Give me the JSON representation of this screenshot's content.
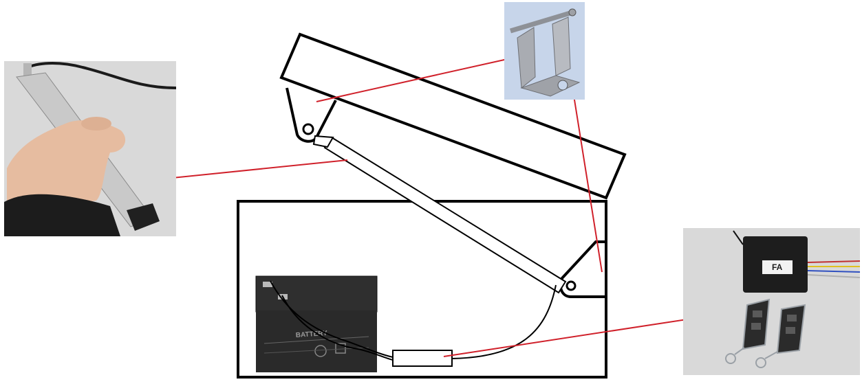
{
  "diagram": {
    "description_labels": [],
    "components": {
      "linear_actuator_photo": {
        "icon": "linear-actuator-in-hand-photo"
      },
      "mounting_bracket_photo": {
        "icon": "clevis-mounting-bracket-photo"
      },
      "remote_receiver_photo": {
        "icon": "receiver-box-with-two-key-fob-remotes-photo",
        "brand_text": "FA"
      },
      "battery": {
        "icon": "sealed-lead-acid-battery",
        "label_text": "BATTERY"
      }
    },
    "colors": {
      "outline": "#000000",
      "leader_line": "#d0202a",
      "battery_body": "#2a2a2a",
      "photo_background": "#d9d9d9"
    }
  }
}
